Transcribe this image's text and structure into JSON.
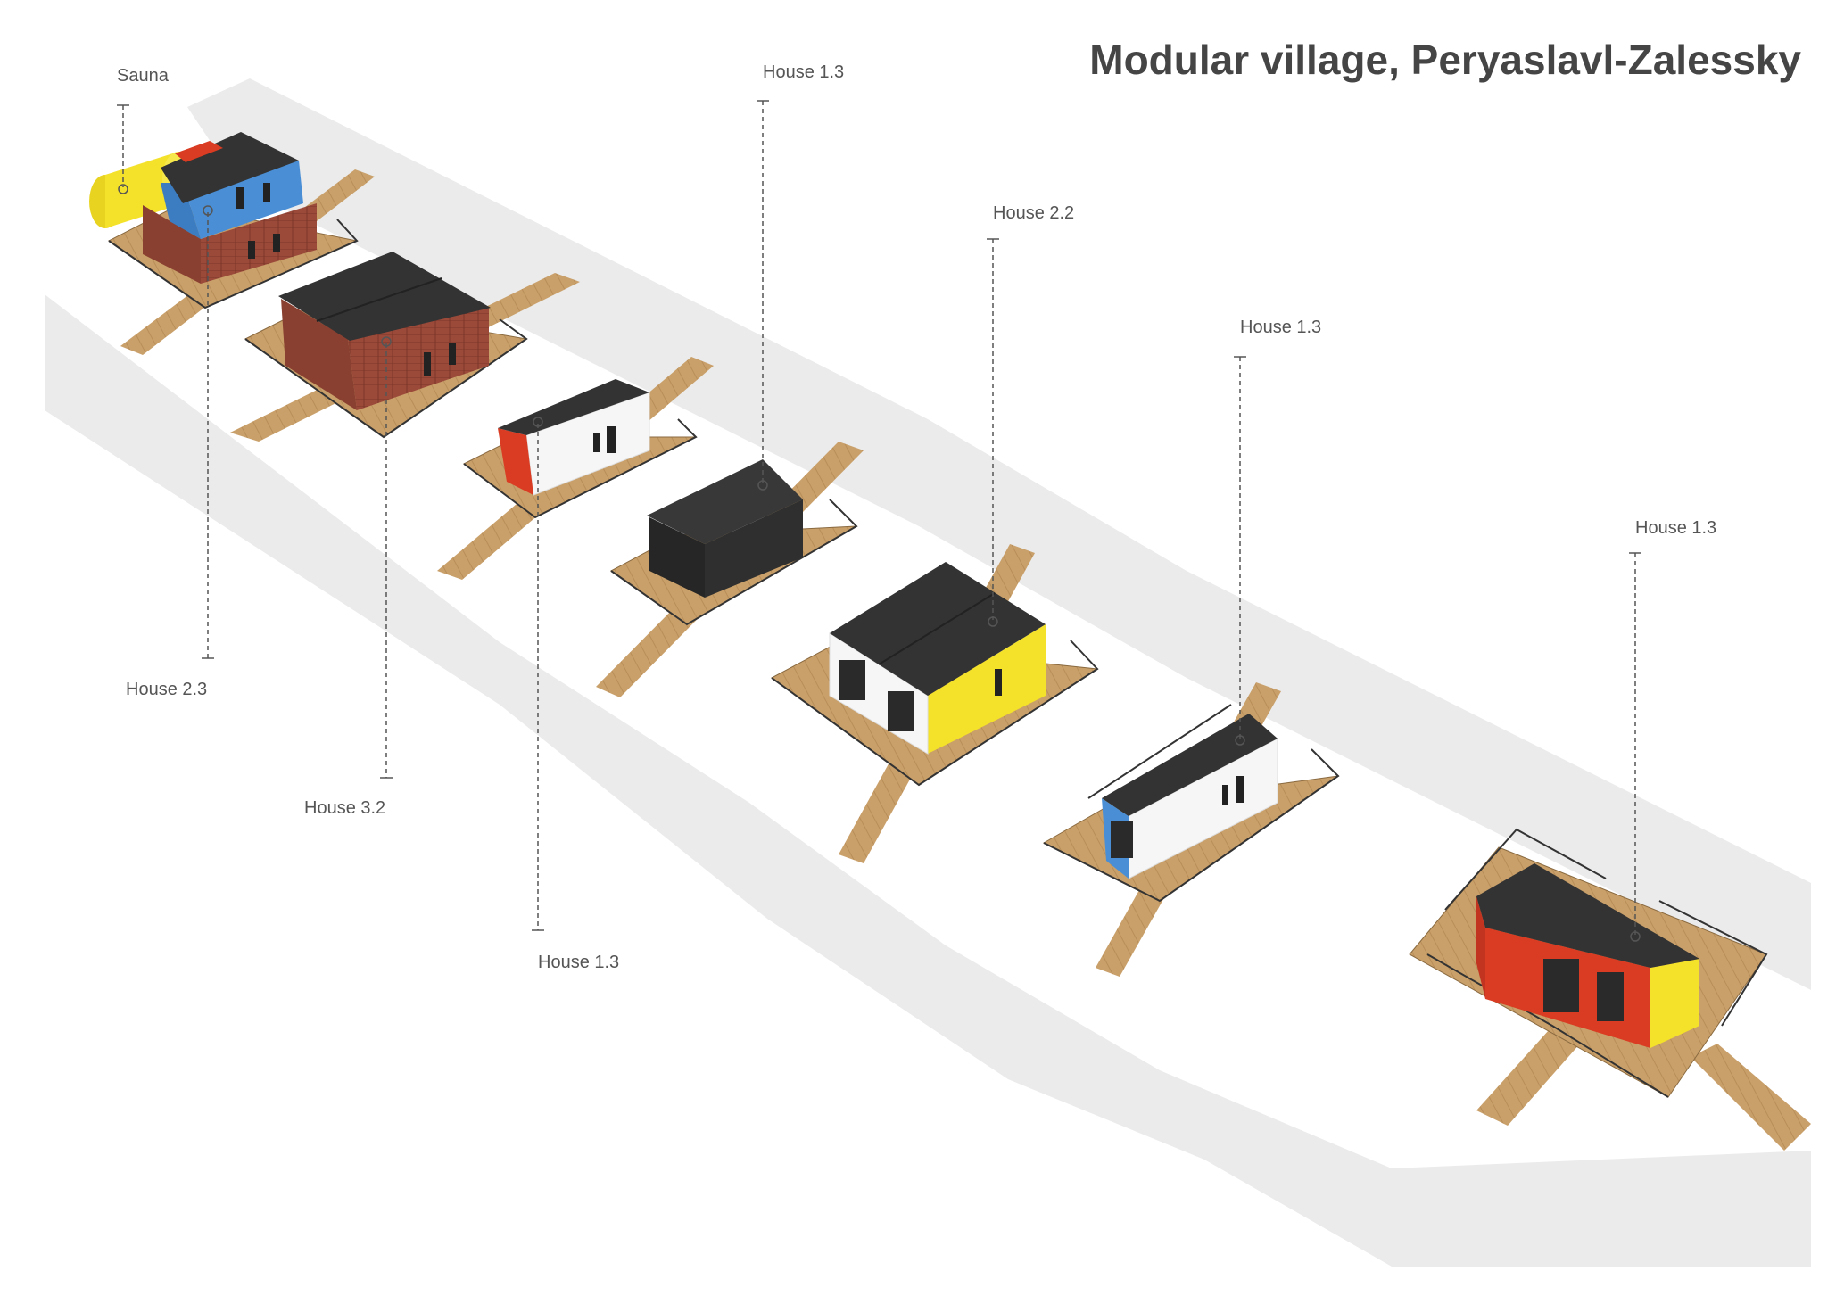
{
  "title": "Modular village, Peryaslavl-Zalessky",
  "labels": {
    "sauna": "Sauna",
    "house_2_3": "House 2.3",
    "house_3_2": "House 3.2",
    "house_1_3_a": "House 1.3",
    "house_1_3_b": "House 1.3",
    "house_2_2": "House 2.2",
    "house_1_3_c": "House 1.3",
    "house_1_3_d": "House 1.3"
  },
  "colors": {
    "road": "#ebebeb",
    "deck": "#c9a06a",
    "roof": "#333333",
    "brick": "#9b4a3a",
    "blue": "#4a8fd6",
    "yellow": "#f4e12a",
    "red": "#d93c22",
    "white": "#f6f6f6",
    "black": "#2f2f2f"
  }
}
